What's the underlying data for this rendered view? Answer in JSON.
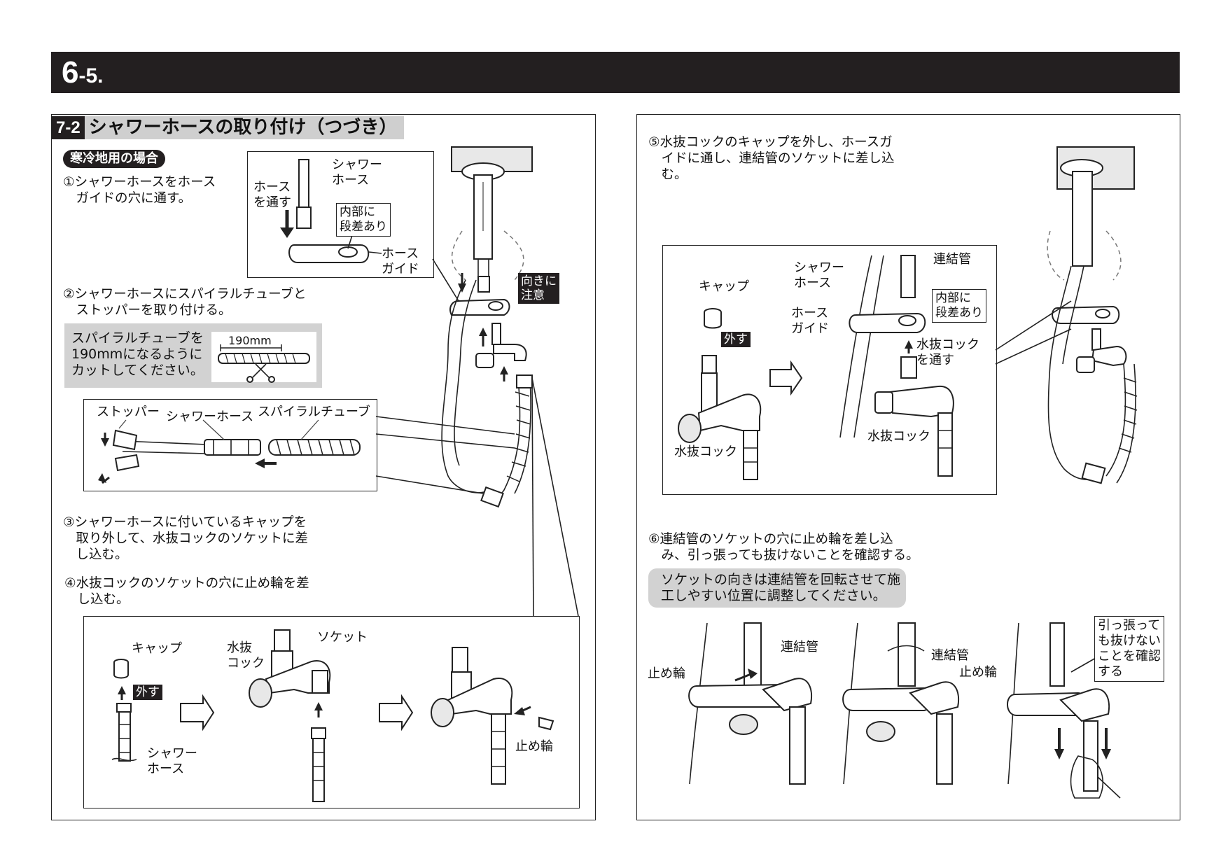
{
  "header": {
    "page_number": "6",
    "page_sub": "-5."
  },
  "section": {
    "number": "7-2",
    "title": "シャワーホースの取り付け（つづき）"
  },
  "cold_region_badge": "寒冷地用の場合",
  "steps": {
    "s1": "①シャワーホースをホース\n　ガイドの穴に通す。",
    "s2": "②シャワーホースにスパイラルチューブと\n　ストッパーを取り付ける。",
    "s3": "③シャワーホースに付いているキャップを\n　取り外して、水抜コックのソケットに差\n　し込む。",
    "s4": "④水抜コックのソケットの穴に止め輪を差\n　し込む。",
    "s5": "⑤水抜コックのキャップを外し、ホースガ\n　イドに通し、連結管のソケットに差し込\n　む。",
    "s6": "⑥連結管のソケットの穴に止め輪を差し込\n　み、引っ張っても抜けないことを確認する。"
  },
  "spiral_note": {
    "text": "スパイラルチューブを\n190mmになるように\nカットしてください。",
    "dimension": "190mm"
  },
  "socket_note": "ソケットの向きは連結管を回転させて施\n工しやすい位置に調整してください。",
  "labels": {
    "shower_hose": "シャワー\nホース",
    "hose_through": "ホース\nを通す",
    "inner_step": "内部に\n段差あり",
    "hose_guide": "ホース\nガイド",
    "hose_guide_dash": "ホース\nガイド",
    "orientation_note": "向きに\n注意",
    "stopper": "ストッパー",
    "shower_hose_inline": "シャワーホース",
    "spiral_tube": "スパイラルチューブ",
    "cap": "キャップ",
    "remove": "外す",
    "drain_cock_2line": "水抜\nコック",
    "socket": "ソケット",
    "retaining_ring": "止め輪",
    "connecting_pipe": "連結管",
    "through_drain_cock": "水抜コック\nを通す",
    "drain_cock": "水抜コック",
    "pull_check": "引っ張って\nも抜けない\nことを確認\nする"
  }
}
